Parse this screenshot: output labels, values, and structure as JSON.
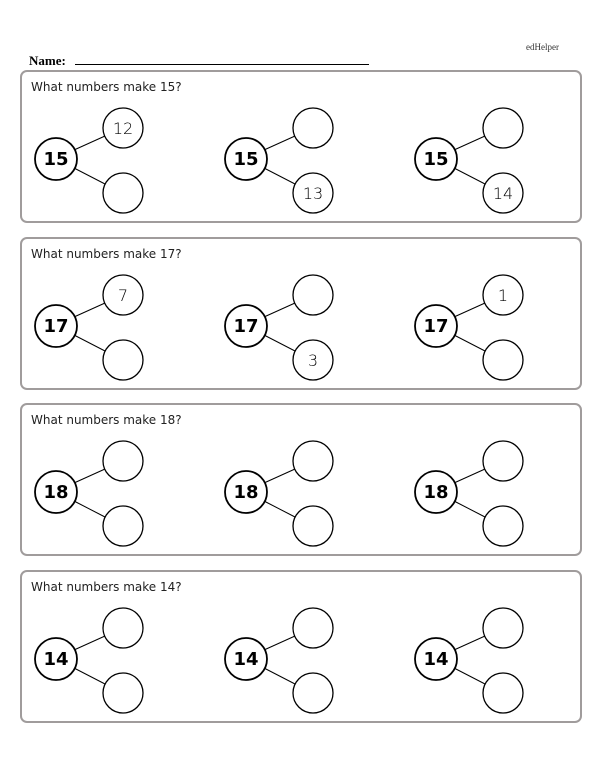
{
  "header": {
    "brand": "edHelper",
    "name_label": "Name:"
  },
  "problems": [
    {
      "question": "What numbers make 15?",
      "total": "15",
      "bonds": [
        [
          "12",
          ""
        ],
        [
          "",
          "13"
        ],
        [
          "",
          "14"
        ]
      ]
    },
    {
      "question": "What numbers make 17?",
      "total": "17",
      "bonds": [
        [
          "7",
          ""
        ],
        [
          "",
          "3"
        ],
        [
          "1",
          ""
        ]
      ]
    },
    {
      "question": "What numbers make 18?",
      "total": "18",
      "bonds": [
        [
          "",
          ""
        ],
        [
          "",
          ""
        ],
        [
          "",
          ""
        ]
      ]
    },
    {
      "question": "What numbers make 14?",
      "total": "14",
      "bonds": [
        [
          "",
          ""
        ],
        [
          "",
          ""
        ],
        [
          "",
          ""
        ]
      ]
    }
  ]
}
